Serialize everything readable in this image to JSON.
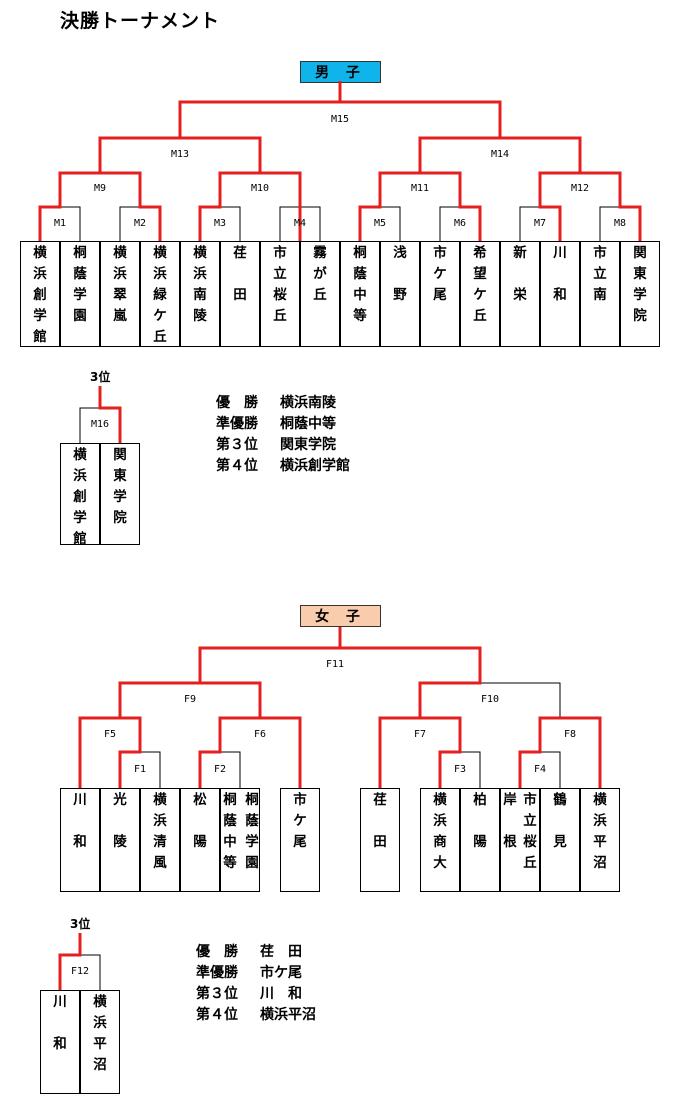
{
  "title": "決勝トーナメント",
  "men": {
    "badge": "男 子",
    "matches": [
      "M1",
      "M2",
      "M3",
      "M4",
      "M5",
      "M6",
      "M7",
      "M8",
      "M9",
      "M10",
      "M11",
      "M12",
      "M13",
      "M14",
      "M15"
    ],
    "teams": [
      "横浜創学館",
      "桐蔭学園",
      "横浜翠嵐",
      "横浜緑ケ丘",
      "横浜南陵",
      "荏田",
      "市立桜丘",
      "霧が丘",
      "桐蔭中等",
      "浅野",
      "市ケ尾",
      "希望ケ丘",
      "新栄",
      "川和",
      "市立南",
      "関東学院"
    ],
    "third_label": "3位",
    "third_match": "M16",
    "third_teams": [
      "横浜創学館",
      "関東学院"
    ],
    "results": [
      {
        "rank": "優　勝",
        "team": "横浜南陵"
      },
      {
        "rank": "準優勝",
        "team": "桐蔭中等"
      },
      {
        "rank": "第３位",
        "team": "関東学院"
      },
      {
        "rank": "第４位",
        "team": "横浜創学館"
      }
    ]
  },
  "women": {
    "badge": "女 子",
    "matches": [
      "F1",
      "F2",
      "F3",
      "F4",
      "F5",
      "F6",
      "F7",
      "F8",
      "F9",
      "F10",
      "F11"
    ],
    "teams": [
      "川和",
      "光陵",
      "横浜清風",
      "松陽",
      "桐蔭中等",
      "桐蔭学園",
      "市ケ尾",
      "荏田",
      "横浜商大",
      "柏陽",
      "岸根",
      "市立桜丘",
      "鶴見",
      "横浜平沼"
    ],
    "third_label": "3位",
    "third_match": "F12",
    "third_teams": [
      "川和",
      "横浜平沼"
    ],
    "results": [
      {
        "rank": "優　勝",
        "team": "荏　田"
      },
      {
        "rank": "準優勝",
        "team": "市ケ尾"
      },
      {
        "rank": "第３位",
        "team": "川　和"
      },
      {
        "rank": "第４位",
        "team": "横浜平沼"
      }
    ]
  },
  "colors": {
    "winner_line": "#e41f1f",
    "line": "#000000",
    "men_badge": "#0fb4ea",
    "women_badge": "#f8ccac"
  }
}
